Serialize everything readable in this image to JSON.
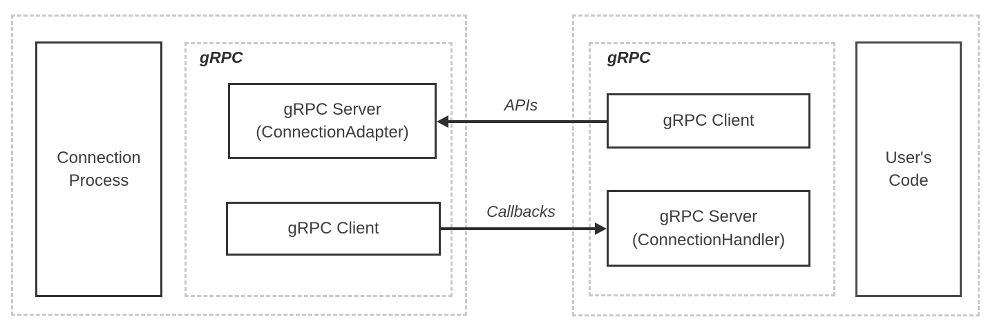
{
  "colors": {
    "solid_border": "#363636",
    "dashed_border": "#c9c9c9",
    "text": "#3d3d3d",
    "arrow": "#2e2e2e",
    "background": "#ffffff"
  },
  "left_group": {
    "process_box_label": "Connection\nProcess",
    "grpc_label": "gRPC",
    "server_box_label": "gRPC Server\n(ConnectionAdapter)",
    "client_box_label": "gRPC Client"
  },
  "right_group": {
    "grpc_label": "gRPC",
    "client_box_label": "gRPC Client",
    "server_box_label": "gRPC Server\n(ConnectionHandler)",
    "users_code_box_label": "User's\nCode"
  },
  "arrows": [
    {
      "label": "APIs",
      "from": "right gRPC Client",
      "to": "left gRPC Server (ConnectionAdapter)",
      "direction": "left"
    },
    {
      "label": "Callbacks",
      "from": "left gRPC Client",
      "to": "right gRPC Server (ConnectionHandler)",
      "direction": "right"
    }
  ]
}
